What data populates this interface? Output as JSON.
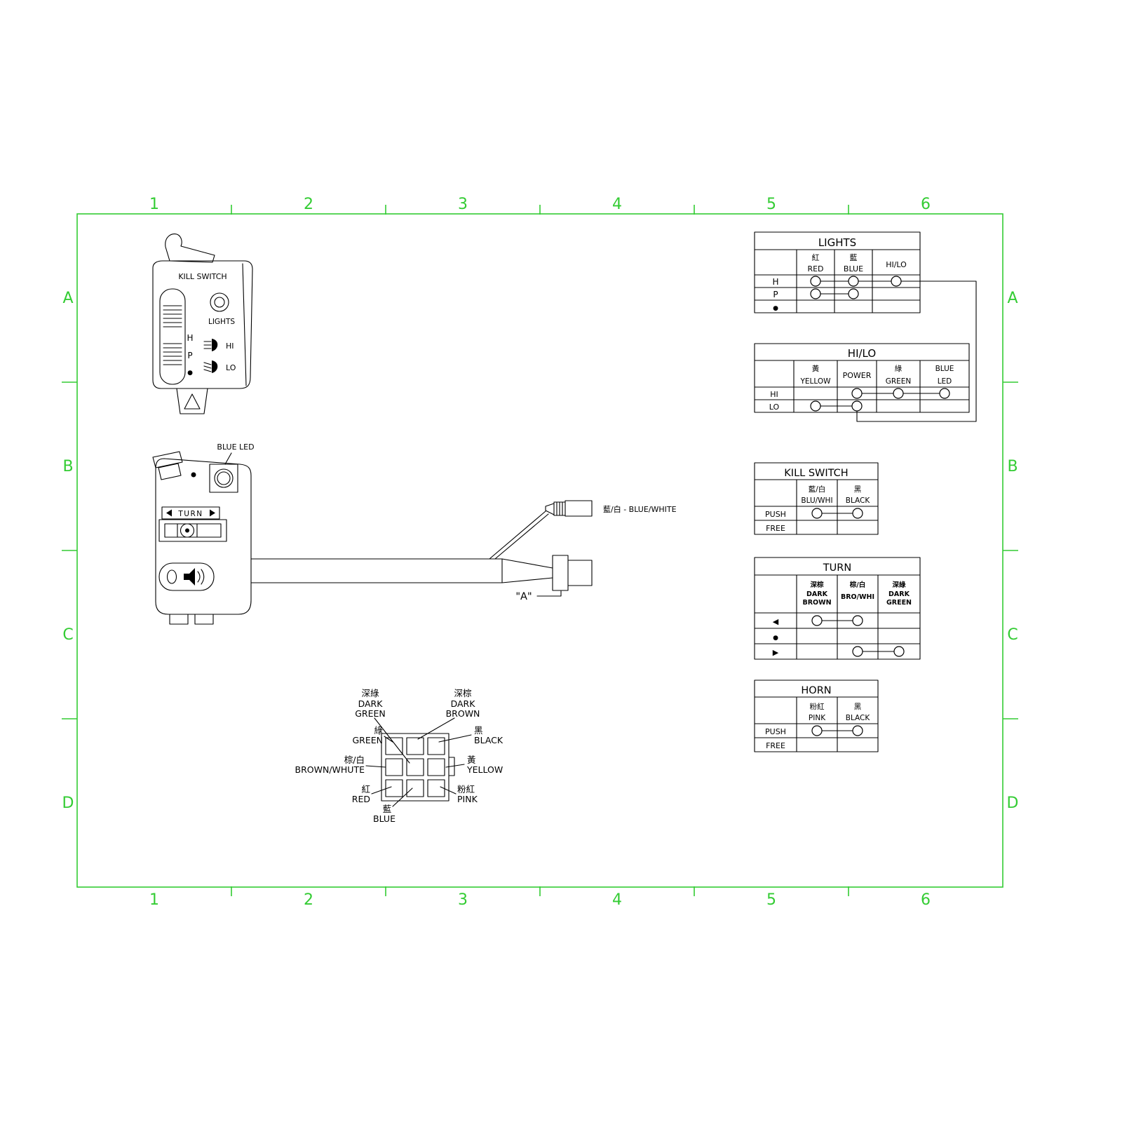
{
  "frame": {
    "column_labels": [
      "1",
      "2",
      "3",
      "4",
      "5",
      "6"
    ],
    "row_labels": [
      "A",
      "B",
      "C",
      "D"
    ],
    "color": "#33cc33"
  },
  "kill_switch_drawing": {
    "title": "KILL SWITCH",
    "lights_label": "LIGHTS",
    "slider_positions": [
      "H",
      "P",
      "●"
    ],
    "beam_labels": [
      "HI",
      "LO"
    ]
  },
  "turn_switch_drawing": {
    "blue_led_label": "BLUE LED",
    "turn_label": "TURN",
    "section_label": "\"A\"",
    "wire_label": "藍/白 - BLUE/WHITE"
  },
  "connector_pinout": {
    "pins": [
      {
        "zh": "深綠",
        "en": [
          "DARK",
          "GREEN"
        ]
      },
      {
        "zh": "深棕",
        "en": [
          "DARK",
          "BROWN"
        ]
      },
      {
        "zh": "綠",
        "en": [
          "GREEN"
        ]
      },
      {
        "zh": "黑",
        "en": [
          "BLACK"
        ]
      },
      {
        "zh": "棕/白",
        "en": [
          "BROWN/WHUTE"
        ]
      },
      {
        "zh": "黃",
        "en": [
          "YELLOW"
        ]
      },
      {
        "zh": "紅",
        "en": [
          "RED"
        ]
      },
      {
        "zh": "粉紅",
        "en": [
          "PINK"
        ]
      },
      {
        "zh": "藍",
        "en": [
          "BLUE"
        ]
      }
    ]
  },
  "tables": {
    "lights": {
      "title": "LIGHTS",
      "columns": [
        {
          "zh": "紅",
          "en": "RED"
        },
        {
          "zh": "藍",
          "en": "BLUE"
        },
        {
          "en": "HI/LO"
        }
      ],
      "rows": [
        {
          "label": "H",
          "connected": [
            "RED",
            "BLUE",
            "HI/LO"
          ]
        },
        {
          "label": "P",
          "connected": [
            "RED",
            "BLUE"
          ]
        },
        {
          "label": "●",
          "connected": []
        }
      ],
      "note": "HI/LO contact of row H ties to POWER column of HI/LO table (LO row) via drawn link line"
    },
    "hilo": {
      "title": "HI/LO",
      "columns": [
        {
          "zh": "黃",
          "en": "YELLOW"
        },
        {
          "en": "POWER"
        },
        {
          "zh": "綠",
          "en": "GREEN"
        },
        {
          "en": [
            "BLUE",
            "LED"
          ]
        }
      ],
      "rows": [
        {
          "label": "HI",
          "connected": [
            "POWER",
            "GREEN",
            "BLUE LED"
          ]
        },
        {
          "label": "LO",
          "connected": [
            "YELLOW",
            "POWER"
          ]
        }
      ]
    },
    "kill_switch": {
      "title": "KILL SWITCH",
      "columns": [
        {
          "zh": "藍/白",
          "en": "BLU/WHI"
        },
        {
          "zh": "黑",
          "en": "BLACK"
        }
      ],
      "rows": [
        {
          "label": "PUSH",
          "connected": [
            "BLU/WHI",
            "BLACK"
          ]
        },
        {
          "label": "FREE",
          "connected": []
        }
      ]
    },
    "turn": {
      "title": "TURN",
      "columns": [
        {
          "zh": "深棕",
          "en": [
            "DARK",
            "BROWN"
          ]
        },
        {
          "zh": "棕/白",
          "en": [
            "BRO/WHI"
          ]
        },
        {
          "zh": "深綠",
          "en": [
            "DARK",
            "GREEN"
          ]
        }
      ],
      "rows": [
        {
          "label": "◀",
          "connected": [
            "DARK BROWN",
            "BRO/WHI"
          ]
        },
        {
          "label": "●",
          "connected": []
        },
        {
          "label": "▶",
          "connected": [
            "BRO/WHI",
            "DARK GREEN"
          ]
        }
      ]
    },
    "horn": {
      "title": "HORN",
      "columns": [
        {
          "zh": "粉紅",
          "en": "PINK"
        },
        {
          "zh": "黑",
          "en": "BLACK"
        }
      ],
      "rows": [
        {
          "label": "PUSH",
          "connected": [
            "PINK",
            "BLACK"
          ]
        },
        {
          "label": "FREE",
          "connected": []
        }
      ]
    }
  }
}
